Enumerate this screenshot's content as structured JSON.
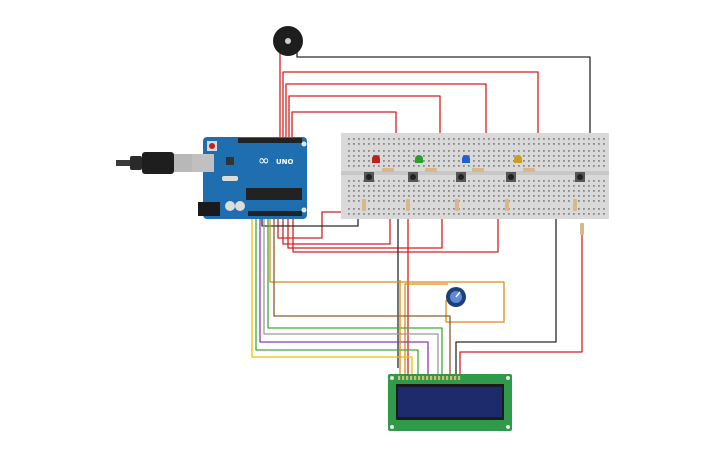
{
  "board": {
    "brand_label": "UNO",
    "logo_glyph": "∞"
  },
  "colors": {
    "background": "#ffffff",
    "board": "#1f6fb0",
    "board_dark": "#185a90",
    "breadboard": "#d9d9d9",
    "breadboard_rail": "#c8c8c8",
    "lcd_pcb": "#2f9a4a",
    "lcd_screen": "#1d2a6b",
    "wire_red": "#d42020",
    "wire_black": "#2a2a2a",
    "wire_yellow": "#e6c200",
    "wire_orange": "#e08a10",
    "wire_green": "#3caa3c",
    "wire_purple": "#8a3ab0",
    "wire_gray": "#9a9a9a",
    "wire_brown": "#8a5a2a",
    "led_red": "#c0201a",
    "led_green": "#2aa02a",
    "led_blue": "#2060d0",
    "led_yellow": "#c8a020"
  },
  "components": {
    "usb_cable": "usb-cable",
    "buzzer": "piezo-buzzer",
    "potentiometer": "potentiometer",
    "leds": [
      "red",
      "green",
      "blue",
      "yellow"
    ],
    "pushbuttons": 5,
    "lcd": "lcd-16x2"
  }
}
